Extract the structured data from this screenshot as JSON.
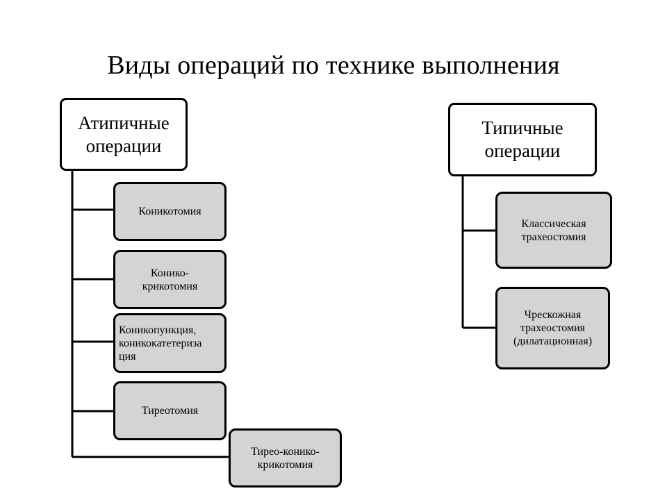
{
  "slide": {
    "title": "Виды операций по технике выполнения"
  },
  "atypical": {
    "heading": "Атипичные\nоперации",
    "items": [
      "Коникотомия",
      "Конико-\nкрикотомия",
      "Коникопункция,\nконикокатетериза\nция",
      "Тиреотомия",
      "Тирео-конико-\nкрикотомия"
    ]
  },
  "typical": {
    "heading": "Типичные\nоперации",
    "items": [
      "Классическая\nтрахеостомия",
      "Чрескожная\nтрахеостомия\n(дилатационная)"
    ]
  },
  "colors": {
    "leaf_fill": "#d4d4d4",
    "border": "#000000",
    "background": "#ffffff"
  }
}
